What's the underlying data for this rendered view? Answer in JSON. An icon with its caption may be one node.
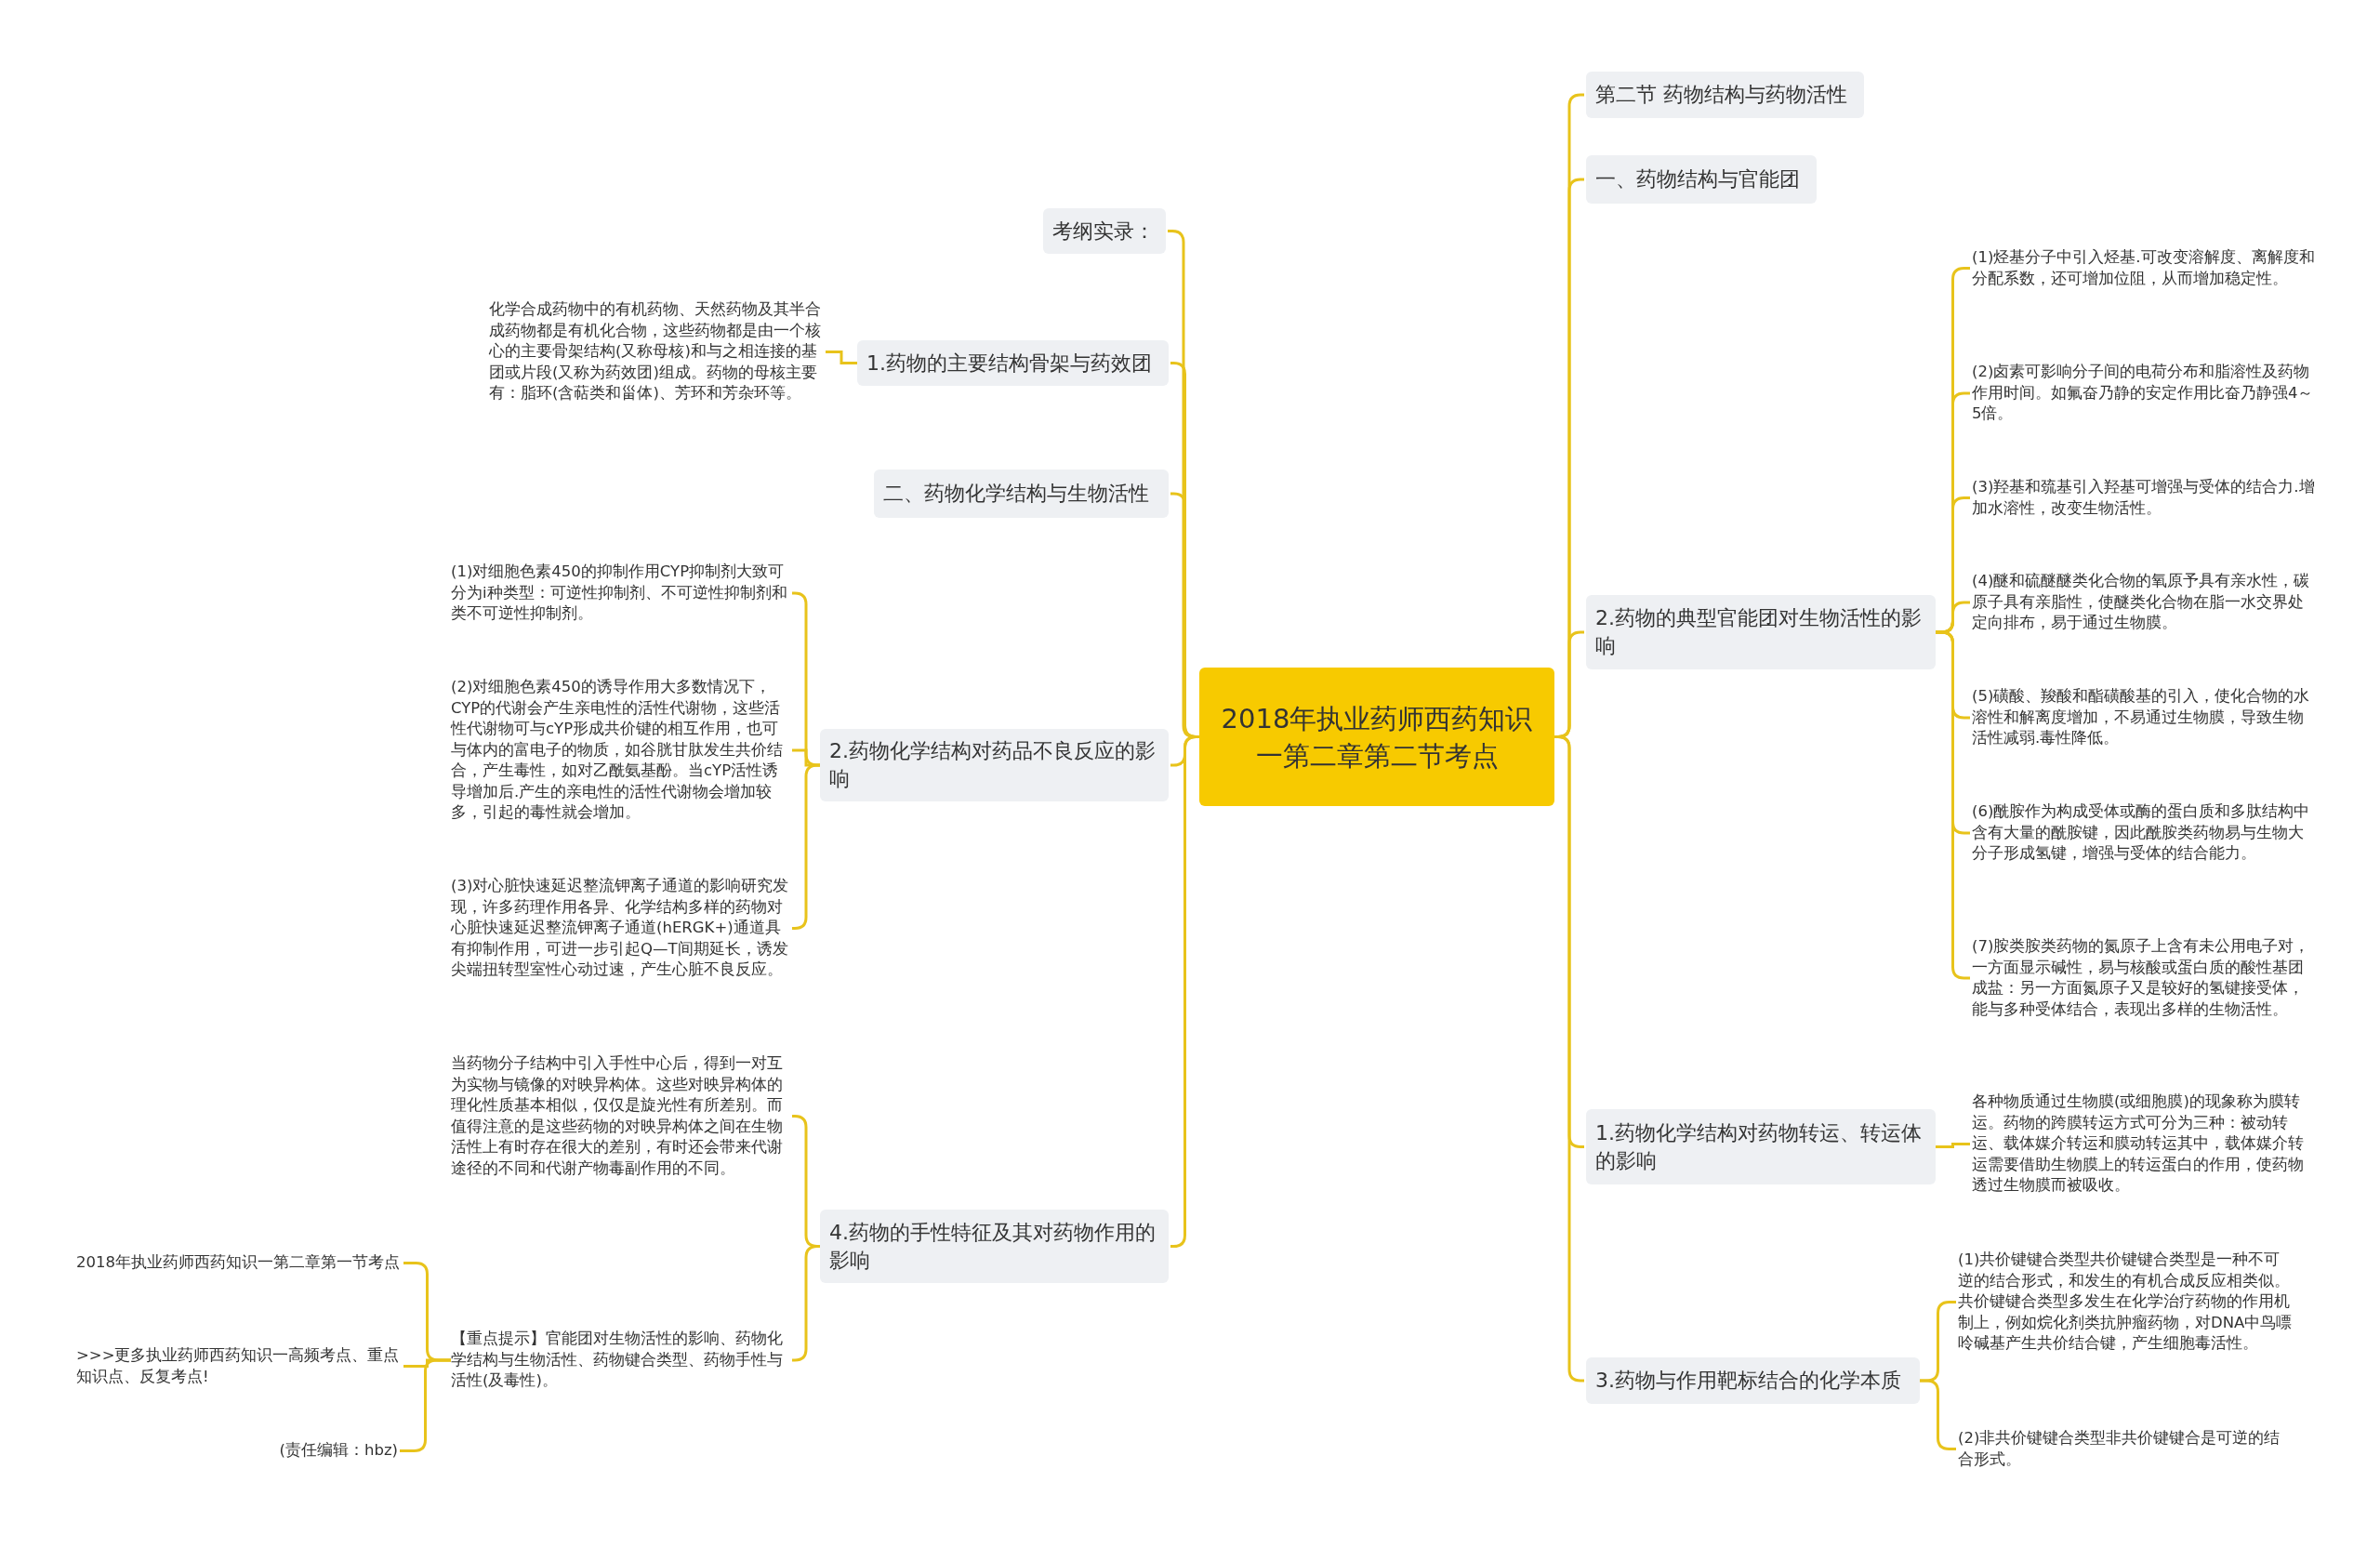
{
  "diagram": {
    "nodes": [
      {
        "text": [
          "2018年执业药师西药知识一第二章第二节考点"
        ]
      },
      {
        "text": [
          "考纲实录："
        ]
      },
      {
        "text": [
          "1.药物的主要结构骨架与药效团"
        ]
      },
      {
        "text": [
          "化学合成药物中的有机药物、天然药物及其半合成药物都是有机化合物，这些药物都是由一个核心的主要骨架结构(又称母核)和与之相连接的基团或片段(又称为药效团)组成。药物的母核主要有：脂环(含萜类和甾体)、芳环和芳杂环等。"
        ]
      },
      {
        "text": [
          "二、药物化学结构与生物活性"
        ]
      },
      {
        "text": [
          "2.药物化学结构对药品不良反应的影响"
        ]
      },
      {
        "text": [
          "(1)对细胞色素450的抑制作用CYP抑制剂大致可分为i种类型：可逆性抑制剂、不可逆性抑制剂和类不可逆性抑制剂。"
        ]
      },
      {
        "text": [
          "(2)对细胞色素450的诱导作用大多数情况下，CYP的代谢会产生亲电性的活性代谢物，这些活性代谢物可与cYP形成共价键的相互作用，也可与体内的富电子的物质，如谷胱甘肽发生共价结合，产生毒性，如对乙酰氨基酚。当cYP活性诱导增加后.产生的亲电性的活性代谢物会增加较多，引起的毒性就会增加。"
        ]
      },
      {
        "text": [
          "(3)对心脏快速延迟整流钾离子通道的影响研究发现，许多药理作用各异、化学结构多样的药物对心脏快速延迟整流钾离子通道(hERGK+)通道具有抑制作用，可进一步引起Q—T间期延长，诱发尖端扭转型室性心动过速，产生心脏不良反应。"
        ]
      },
      {
        "text": [
          "4.药物的手性特征及其对药物作用的影响"
        ]
      },
      {
        "text": [
          "当药物分子结构中引入手性中心后，得到一对互为实物与镜像的对映异构体。这些对映异构体的理化性质基本相似，仅仅是旋光性有所差别。而值得注意的是这些药物的对映异构体之间在生物活性上有时存在很大的差别，有时还会带来代谢途径的不同和代谢产物毒副作用的不同。"
        ]
      },
      {
        "text": [
          "【重点提示】官能团对生物活性的影响、药物化学结构与生物活性、药物键合类型、药物手性与活性(及毒性)。"
        ]
      },
      {
        "text": [
          "2018年执业药师西药知识一第二章第一节考点"
        ]
      },
      {
        "text": [
          ">>>更多执业药师西药知识一高频考点、重点知识点、反复考点!"
        ]
      },
      {
        "text": [
          "(责任编辑：hbz)"
        ]
      },
      {
        "text": [
          "第二节 药物结构与药物活性"
        ]
      },
      {
        "text": [
          "一、药物结构与官能团"
        ]
      },
      {
        "text": [
          "2.药物的典型官能团对生物活性的影响"
        ]
      },
      {
        "text": [
          "(1)烃基分子中引入烃基.可改变溶解度、离解度和分配系数，还可增加位阻，从而增加稳定性。"
        ]
      },
      {
        "text": [
          "(2)卤素可影响分子间的电荷分布和脂溶性及药物作用时间。如氟奋乃静的安定作用比奋乃静强4～5倍。"
        ]
      },
      {
        "text": [
          "(3)羟基和巯基引入羟基可增强与受体的结合力.增加水溶性，改变生物活性。"
        ]
      },
      {
        "text": [
          "(4)醚和硫醚醚类化合物的氧原予具有亲水性，碳原子具有亲脂性，使醚类化合物在脂一水交界处定向排布，易于通过生物膜。"
        ]
      },
      {
        "text": [
          "(5)磺酸、羧酸和酯磺酸基的引入，使化合物的水溶性和解离度增加，不易通过生物膜，导致生物活性减弱.毒性降低。"
        ]
      },
      {
        "text": [
          "(6)酰胺作为构成受体或酶的蛋白质和多肽结构中含有大量的酰胺键，因此酰胺类药物易与生物大分子形成氢键，增强与受体的结合能力。"
        ]
      },
      {
        "text": [
          "(7)胺类胺类药物的氮原子上含有未公用电子对，一方面显示碱性，易与核酸或蛋白质的酸性基团成盐：另一方面氮原子又是较好的氢键接受体，能与多种受体结合，表现出多样的生物活性。"
        ]
      },
      {
        "text": [
          "1.药物化学结构对药物转运、转运体的影响"
        ]
      },
      {
        "text": [
          "各种物质通过生物膜(或细胞膜)的现象称为膜转运。药物的跨膜转运方式可分为三种：被动转运、载体媒介转运和膜动转运其中，载体媒介转运需要借助生物膜上的转运蛋白的作用，使药物透过生物膜而被吸收。"
        ]
      },
      {
        "text": [
          "3.药物与作用靶标结合的化学本质"
        ]
      },
      {
        "text": [
          "(1)共价键键合类型共价键键合类型是一种不可逆的结合形式，和发生的有机合成反应相类似。共价键键合类型多发生在化学治疗药物的作用机制上，例如烷化剂类抗肿瘤药物，对DNA中鸟嘌呤碱基产生共价结合键，产生细胞毒活性。"
        ]
      },
      {
        "text": [
          "(2)非共价键键合类型非共价键键合是可逆的结合形式。"
        ]
      }
    ],
    "edges": [
      {
        "from": 0,
        "to": 1,
        "arrow": "none"
      },
      {
        "from": 0,
        "to": 2,
        "arrow": "none"
      },
      {
        "from": 2,
        "to": 3,
        "arrow": "none"
      },
      {
        "from": 0,
        "to": 4,
        "arrow": "none"
      },
      {
        "from": 0,
        "to": 5,
        "arrow": "none"
      },
      {
        "from": 5,
        "to": 6,
        "arrow": "none"
      },
      {
        "from": 5,
        "to": 7,
        "arrow": "none"
      },
      {
        "from": 5,
        "to": 8,
        "arrow": "none"
      },
      {
        "from": 0,
        "to": 9,
        "arrow": "none"
      },
      {
        "from": 9,
        "to": 10,
        "arrow": "none"
      },
      {
        "from": 9,
        "to": 11,
        "arrow": "none"
      },
      {
        "from": 11,
        "to": 12,
        "arrow": "none"
      },
      {
        "from": 11,
        "to": 13,
        "arrow": "none"
      },
      {
        "from": 11,
        "to": 14,
        "arrow": "none"
      },
      {
        "from": 0,
        "to": 15,
        "arrow": "none"
      },
      {
        "from": 0,
        "to": 16,
        "arrow": "none"
      },
      {
        "from": 0,
        "to": 17,
        "arrow": "none"
      },
      {
        "from": 17,
        "to": 18,
        "arrow": "none"
      },
      {
        "from": 17,
        "to": 19,
        "arrow": "none"
      },
      {
        "from": 17,
        "to": 20,
        "arrow": "none"
      },
      {
        "from": 17,
        "to": 21,
        "arrow": "none"
      },
      {
        "from": 17,
        "to": 22,
        "arrow": "none"
      },
      {
        "from": 17,
        "to": 23,
        "arrow": "none"
      },
      {
        "from": 17,
        "to": 24,
        "arrow": "none"
      },
      {
        "from": 0,
        "to": 25,
        "arrow": "none"
      },
      {
        "from": 25,
        "to": 26,
        "arrow": "none"
      },
      {
        "from": 0,
        "to": 27,
        "arrow": "none"
      },
      {
        "from": 27,
        "to": 28,
        "arrow": "none"
      },
      {
        "from": 27,
        "to": 29,
        "arrow": "none"
      }
    ]
  }
}
